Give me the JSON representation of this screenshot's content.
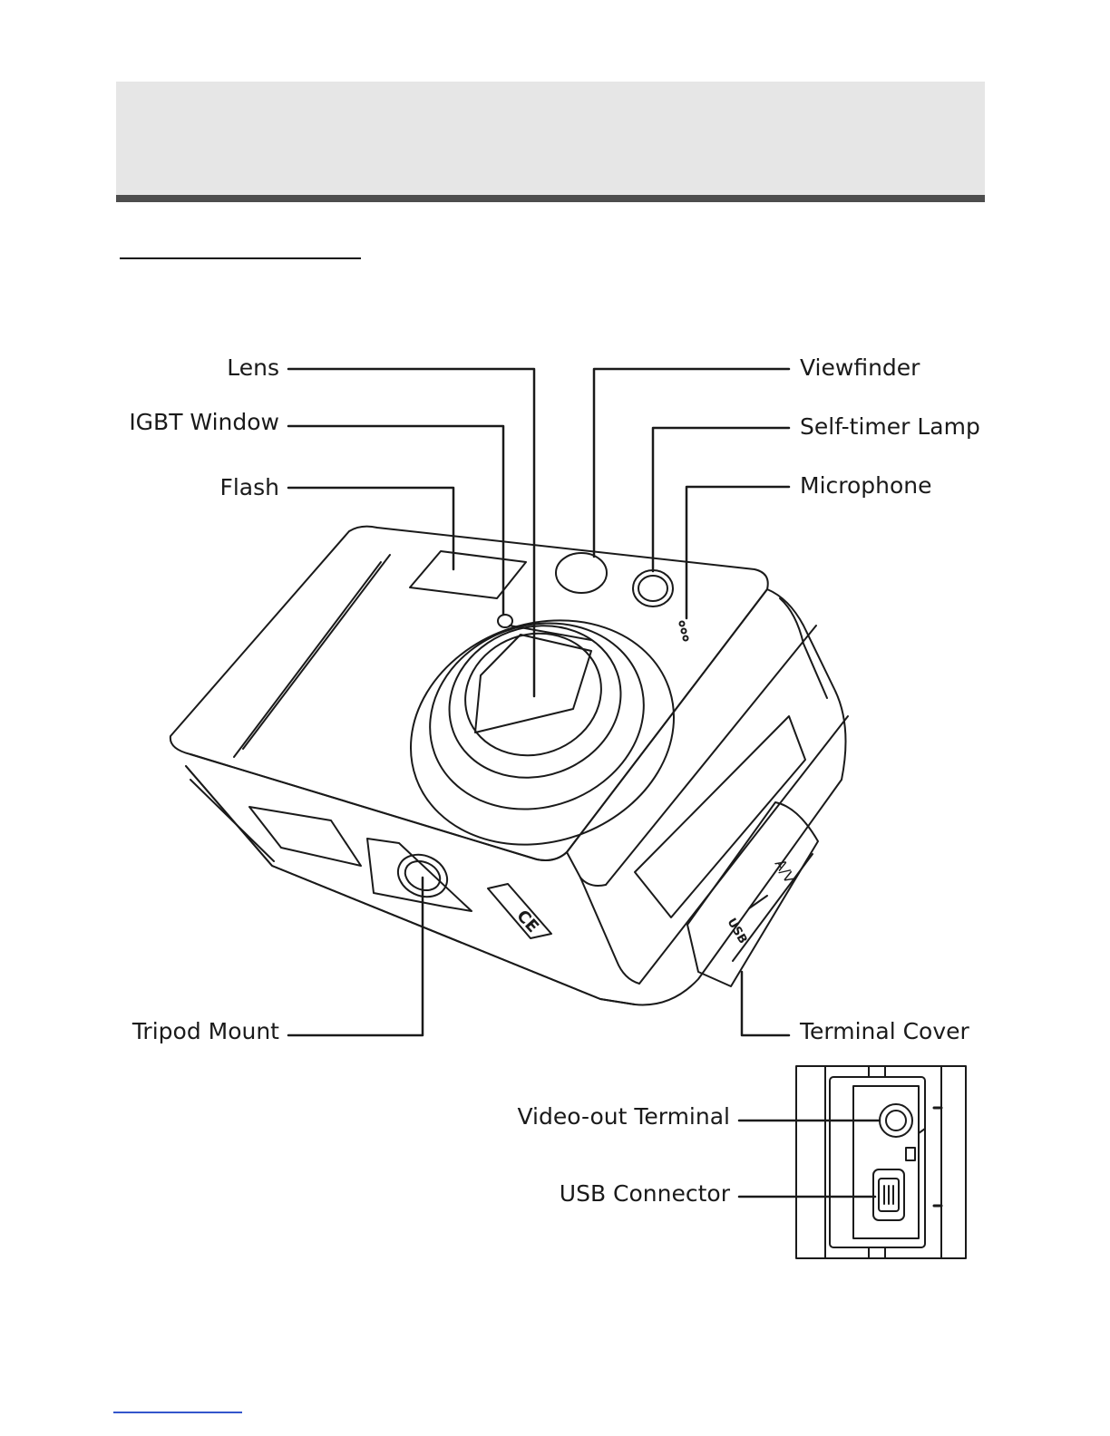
{
  "labels": {
    "lens": "Lens",
    "igbt_window": "IGBT Window",
    "flash": "Flash",
    "viewfinder": "Viewfinder",
    "self_timer_lamp": "Self-timer Lamp",
    "microphone": "Microphone",
    "tripod_mount": "Tripod Mount",
    "terminal_cover": "Terminal Cover",
    "video_out_terminal": "Video-out Terminal",
    "usb_connector": "USB Connector"
  },
  "cover_markings": {
    "av": "A/V",
    "usb": "USB"
  },
  "ce_mark": "CE"
}
